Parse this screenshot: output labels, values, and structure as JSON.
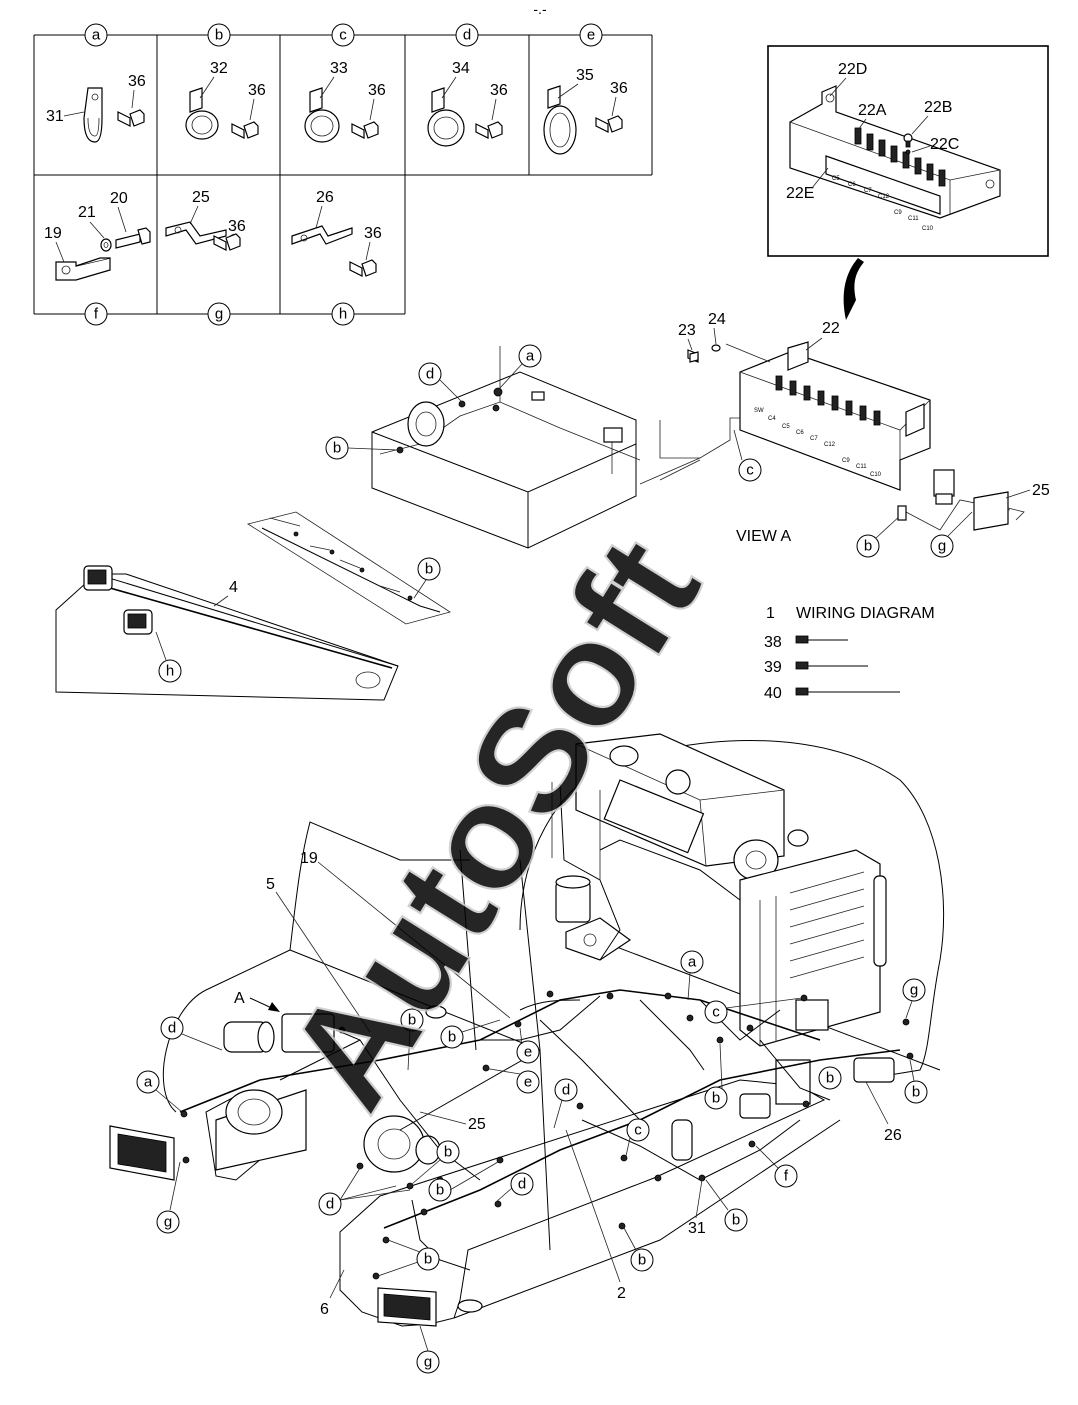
{
  "catalog": {
    "page_ref": "-.-"
  },
  "fasteners_table": {
    "columns_top": [
      "a",
      "b",
      "c",
      "d",
      "e"
    ],
    "columns_bottom": [
      "f",
      "g",
      "h"
    ],
    "cells": {
      "a": [
        "31",
        "36"
      ],
      "b": [
        "32",
        "36"
      ],
      "c": [
        "33",
        "36"
      ],
      "d": [
        "34",
        "36"
      ],
      "e": [
        "35",
        "36"
      ],
      "f": [
        "19",
        "21",
        "20"
      ],
      "g": [
        "25",
        "36"
      ],
      "h": [
        "26",
        "36"
      ]
    }
  },
  "view_a_inset": {
    "labels": [
      "22D",
      "22A",
      "22B",
      "22C",
      "22E"
    ],
    "relay_labels": [
      "C5",
      "C6",
      "C7",
      "C12",
      "C9",
      "C11",
      "C10"
    ]
  },
  "view_a": {
    "title": "VIEW  A",
    "part_numbers": [
      "23",
      "24",
      "22",
      "25"
    ],
    "callouts": [
      "c",
      "b",
      "g"
    ],
    "relay_labels": [
      "SW",
      "C4",
      "C5",
      "C6",
      "C7",
      "C12",
      "C9",
      "C11",
      "C10"
    ]
  },
  "battery_box": {
    "callouts": [
      "a",
      "d",
      "b"
    ]
  },
  "boom_harness": {
    "part_numbers": [
      "4"
    ],
    "callouts": [
      "b",
      "h"
    ]
  },
  "legend": {
    "items": [
      {
        "num": "1",
        "text": "WIRING DIAGRAM"
      },
      {
        "num": "38",
        "text": ""
      },
      {
        "num": "39",
        "text": ""
      },
      {
        "num": "40",
        "text": ""
      }
    ]
  },
  "main_assembly": {
    "arrow_label": "A",
    "part_numbers": [
      "19",
      "5",
      "25",
      "26",
      "31",
      "6",
      "2"
    ],
    "callouts": [
      "d",
      "a",
      "b",
      "b",
      "e",
      "e",
      "d",
      "b",
      "b",
      "d",
      "d",
      "g",
      "a",
      "c",
      "c",
      "b",
      "b",
      "g",
      "b",
      "c",
      "f",
      "b",
      "b",
      "b",
      "g",
      "d",
      "b",
      "e",
      "d"
    ]
  },
  "watermark": {
    "text": "AutoSoft"
  }
}
